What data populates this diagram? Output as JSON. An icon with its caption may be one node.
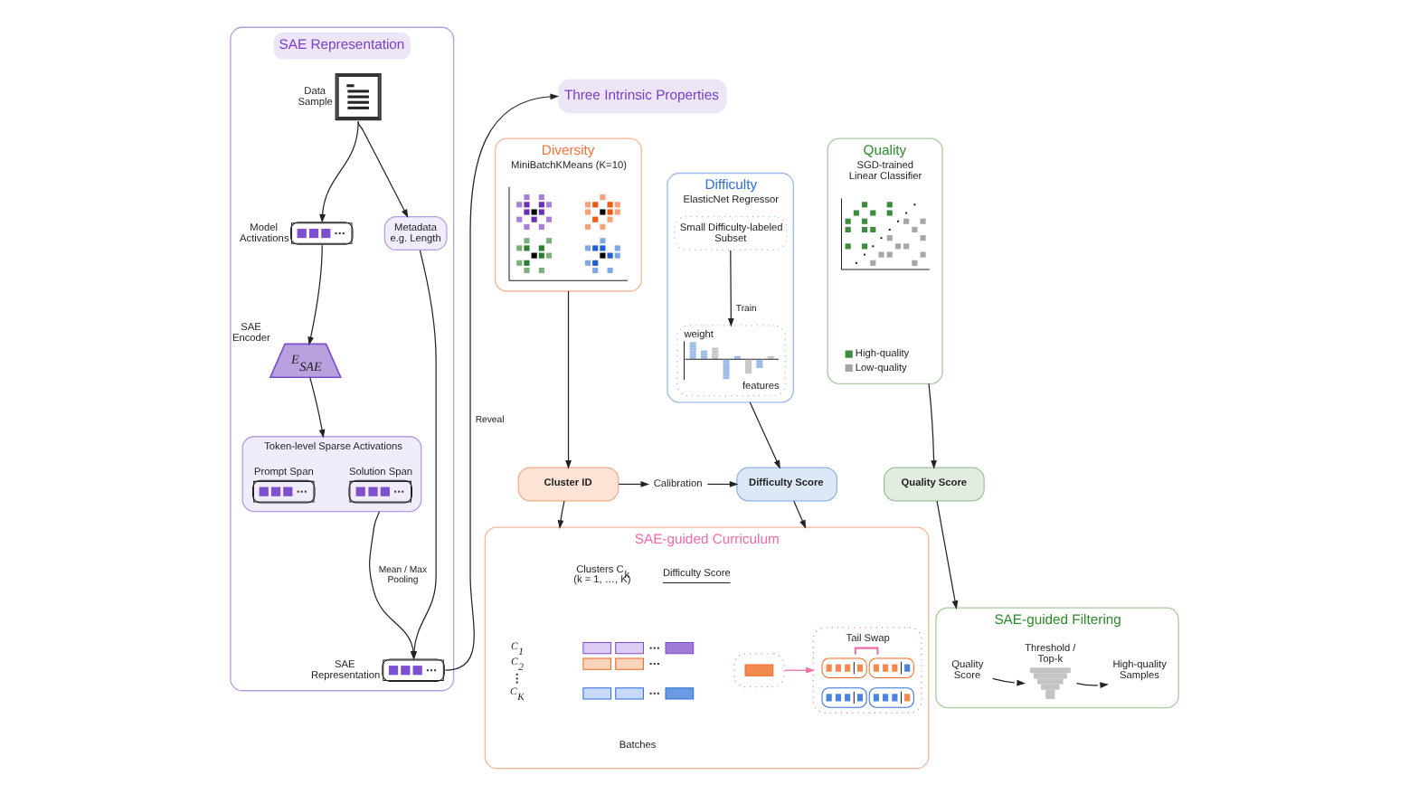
{
  "diagram": {
    "nodes": [
      {
        "text": [
          "SAE Representation"
        ]
      },
      {
        "text": [],
        "shape": "document",
        "beside": [
          "Data Sample"
        ],
        "in": 0
      },
      {
        "text": [
          "Metadata e.g. Length"
        ],
        "in": 0
      },
      {
        "text": [],
        "shape": "box",
        "beside": [
          "Model Activations"
        ],
        "in": 0
      },
      {
        "text": [
          "E$_{SAE}$"
        ],
        "beside": [
          "SAE Encoder"
        ],
        "in": 0
      },
      {
        "text": [
          "Token-level Sparse Activations"
        ],
        "in": 0
      },
      {
        "text": [],
        "shape": "box",
        "beside": [
          "Prompt Span"
        ],
        "in": 5
      },
      {
        "text": [],
        "shape": "box",
        "beside": [
          "Solution Span"
        ],
        "in": 5
      },
      {
        "text": [],
        "shape": "box",
        "beside": [
          "SAE Representation"
        ],
        "in": 0
      },
      {
        "text": [
          "Three Intrinsic Properties"
        ]
      },
      {
        "text": [
          "Diversity",
          "MiniBatchKMeans (K=10)"
        ]
      },
      {
        "text": [],
        "shape": "picture",
        "in": 10
      },
      {
        "text": [
          "Difficulty",
          "ElasticNet Regressor"
        ]
      },
      {
        "text": [
          "Small Difficulty-labeled Subset"
        ],
        "in": 12
      },
      {
        "text": [
          "weight",
          "features"
        ],
        "in": 12
      },
      {
        "text": [
          "Quality",
          "SGD-trained Linear Classifier"
        ]
      },
      {
        "text": [],
        "shape": "picture",
        "in": 15
      },
      {
        "text": [
          "Calibration"
        ]
      },
      {
        "text": [
          "Cluster ID"
        ]
      },
      {
        "text": [
          "Difficulty Score"
        ]
      },
      {
        "text": [
          "Quality Score"
        ]
      },
      {
        "text": [
          "SAE-guided Curriculum"
        ]
      },
      {
        "text": [],
        "shape": "picture",
        "in": 21
      },
      {
        "text": [],
        "shape": "box",
        "in": 21
      },
      {
        "text": [
          "Tail Swap"
        ],
        "in": 21
      },
      {
        "text": [
          "SAE-guided Filtering"
        ]
      },
      {
        "text": [
          "Quality Score"
        ],
        "in": 25
      },
      {
        "text": [],
        "shape": "funnel",
        "beside": [
          "Threshold / Top-k"
        ],
        "in": 25
      },
      {
        "text": [
          "High-quality Samples"
        ],
        "in": 25
      }
    ],
    "edges": [
      {
        "from": 1,
        "to": 3,
        "arrow": "to"
      },
      {
        "from": 1,
        "to": 2,
        "arrow": "to"
      },
      {
        "from": 3,
        "to": 4,
        "arrow": "to"
      },
      {
        "from": 4,
        "to": 5,
        "arrow": "to"
      },
      {
        "from": 5,
        "to": 8,
        "arrow": "to",
        "label": "Mean / Max Pooling"
      },
      {
        "from": 2,
        "to": 8,
        "arrow": "to"
      },
      {
        "from": 8,
        "to": 9,
        "arrow": "to",
        "label": "Reveal"
      },
      {
        "from": 13,
        "to": 14,
        "arrow": "to",
        "label": "Train"
      },
      {
        "from": 10,
        "to": 18,
        "arrow": "to"
      },
      {
        "from": 12,
        "to": 19,
        "arrow": "to"
      },
      {
        "from": 15,
        "to": 20,
        "arrow": "to"
      },
      {
        "from": 18,
        "to": 17,
        "arrow": "to"
      },
      {
        "from": 17,
        "to": 19,
        "arrow": "to"
      },
      {
        "from": 18,
        "to": 21,
        "arrow": "to"
      },
      {
        "from": 19,
        "to": 21,
        "arrow": "to"
      },
      {
        "from": 20,
        "to": 25,
        "arrow": "to"
      },
      {
        "from": 23,
        "to": 24,
        "arrow": "to",
        "color": "#f06ca8"
      },
      {
        "from": 26,
        "to": 27,
        "arrow": "to"
      },
      {
        "from": 27,
        "to": 28,
        "arrow": "to"
      }
    ],
    "labels": [
      "Clusters C$_{k}$ (k = 1, …, K)",
      "Difficulty Score",
      "C$_{1}$",
      "C$_{2}$",
      "C$_{K}$",
      "Batches"
    ],
    "legend": [
      {
        "text": "High-quality",
        "color": "#3d8b3d"
      },
      {
        "text": "Low-quality",
        "color": "#a6a6a6"
      }
    ]
  }
}
